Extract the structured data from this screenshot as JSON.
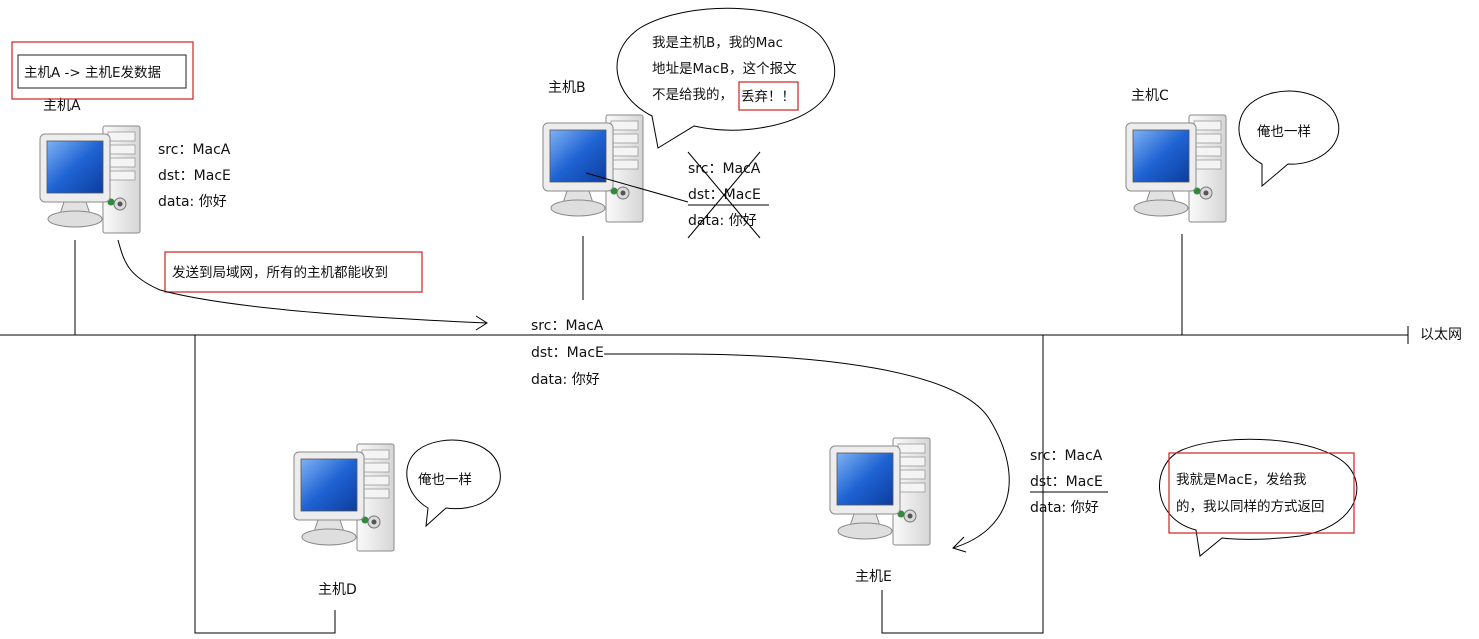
{
  "hosts": {
    "a": {
      "label": "主机A"
    },
    "b": {
      "label": "主机B"
    },
    "c": {
      "label": "主机C"
    },
    "d": {
      "label": "主机D"
    },
    "e": {
      "label": "主机E"
    }
  },
  "task_box": {
    "text": "主机A -> 主机E发数据"
  },
  "broadcast_note": {
    "text": "发送到局域网，所有的主机都能收到"
  },
  "packet_a": {
    "src": "src：MacA",
    "dst": "dst：MacE",
    "data": "data: 你好"
  },
  "packet_b": {
    "src": "src：MacA",
    "dst": "dst：MacE",
    "data": "data: 你好"
  },
  "packet_bus": {
    "src": "src：MacA",
    "dst": "dst：MacE",
    "data": "data: 你好"
  },
  "packet_e": {
    "src": "src：MacA",
    "dst": "dst：MacE",
    "data": "data: 你好"
  },
  "bubble_b": {
    "line1": "我是主机B，我的Mac",
    "line2": "地址是MacB，这个报文",
    "line3_prefix": "不是给我的，",
    "line3_highlight": "丢弃！！"
  },
  "bubble_c": {
    "text": "俺也一样"
  },
  "bubble_d": {
    "text": "俺也一样"
  },
  "bubble_e": {
    "line1": "我就是MacE，发给我",
    "line2": "的，我以同样的方式返回"
  },
  "ethernet_label": {
    "text": "以太网"
  },
  "colors": {
    "highlight_border": "#d02020",
    "screen": "#1c5fd0",
    "case": "#ebebeb"
  }
}
